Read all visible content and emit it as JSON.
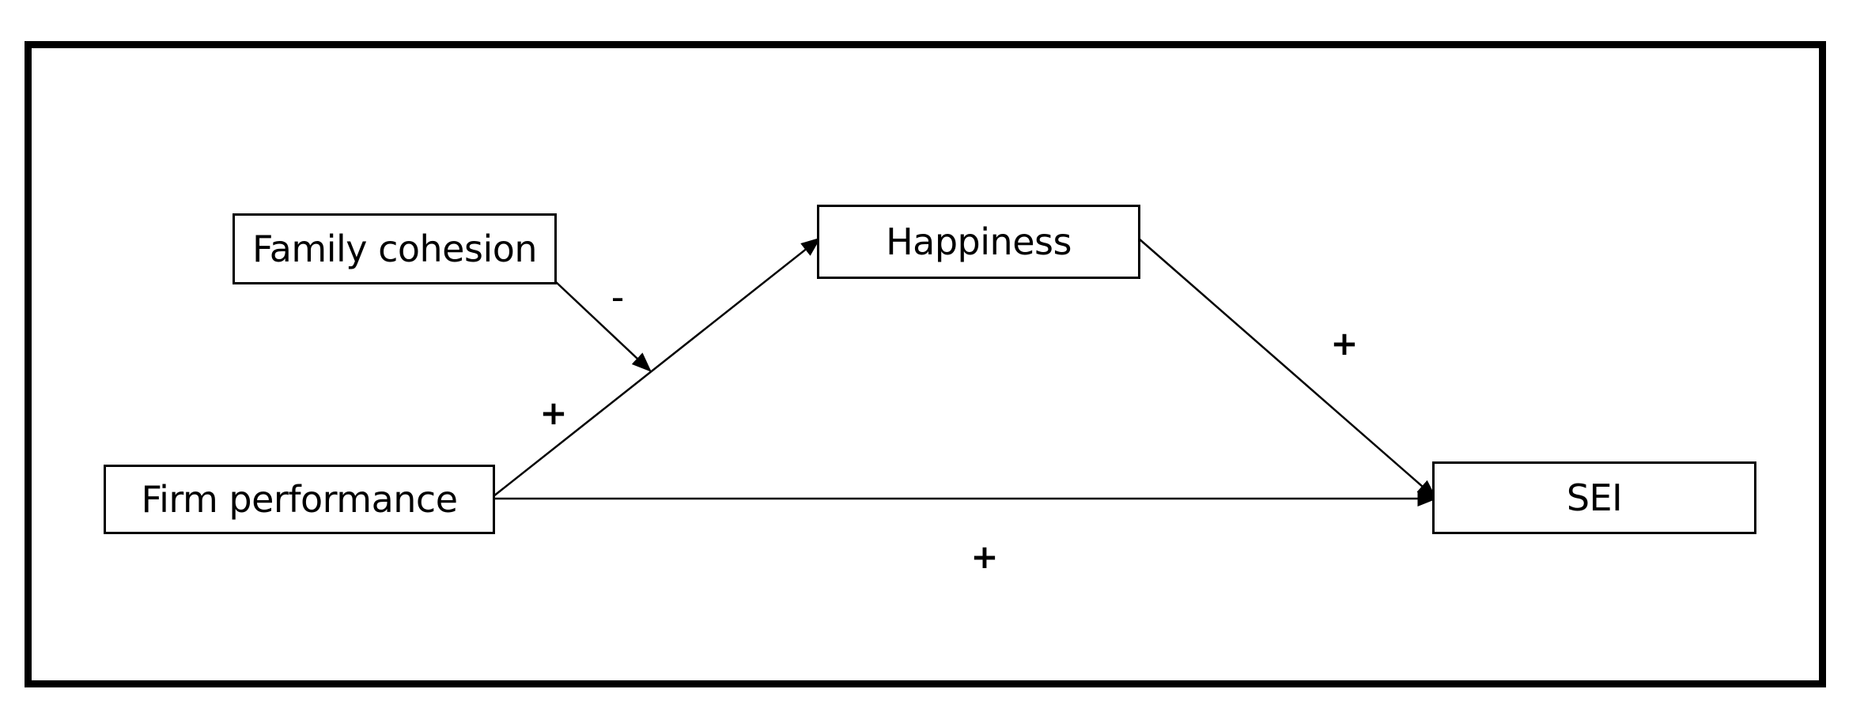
{
  "diagram": {
    "nodes": {
      "family_cohesion": "Family cohesion",
      "happiness": "Happiness",
      "firm_performance": "Firm performance",
      "sei": "SEI"
    },
    "edges": [
      {
        "from": "firm_performance",
        "to": "happiness",
        "sign": "+"
      },
      {
        "from": "happiness",
        "to": "sei",
        "sign": "+"
      },
      {
        "from": "firm_performance",
        "to": "sei",
        "sign": "+"
      },
      {
        "from": "family_cohesion",
        "to": "firm_performance->happiness",
        "sign": "-"
      }
    ]
  }
}
